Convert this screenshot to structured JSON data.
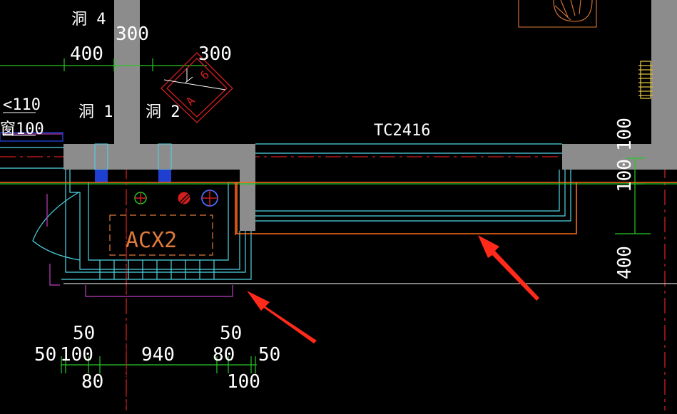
{
  "drawing": {
    "background": "#000000",
    "colors": {
      "wall": "#8c8c8c",
      "axis": "#d21e1e",
      "cyan": "#4fd6e6",
      "green": "#26c926",
      "orange": "#ff6a1a",
      "magenta": "#c040c0",
      "tan": "#e07a3a",
      "white": "#ffffff",
      "blue": "#1f3fd0",
      "arrow": "#ff2a1a"
    },
    "labels": {
      "hole4": "洞 4",
      "hole1": "洞 1",
      "hole2": "洞 2",
      "window": "TC2416",
      "unit": "ACX2",
      "left_partial_top": "<110",
      "left_partial_bottom": "窗100",
      "marker_top": "9",
      "marker_side": "A"
    },
    "dimensions": {
      "top": [
        "300",
        "400",
        "300"
      ],
      "right": [
        "100",
        "100",
        "400"
      ],
      "bottom_upper": [
        "50",
        "50"
      ],
      "bottom_main": [
        "50",
        "100",
        "940",
        "80",
        "50"
      ],
      "bottom_lower": [
        "80",
        "100"
      ]
    },
    "annotation_arrows": [
      "lower-left arrow",
      "upper-right arrow"
    ]
  }
}
